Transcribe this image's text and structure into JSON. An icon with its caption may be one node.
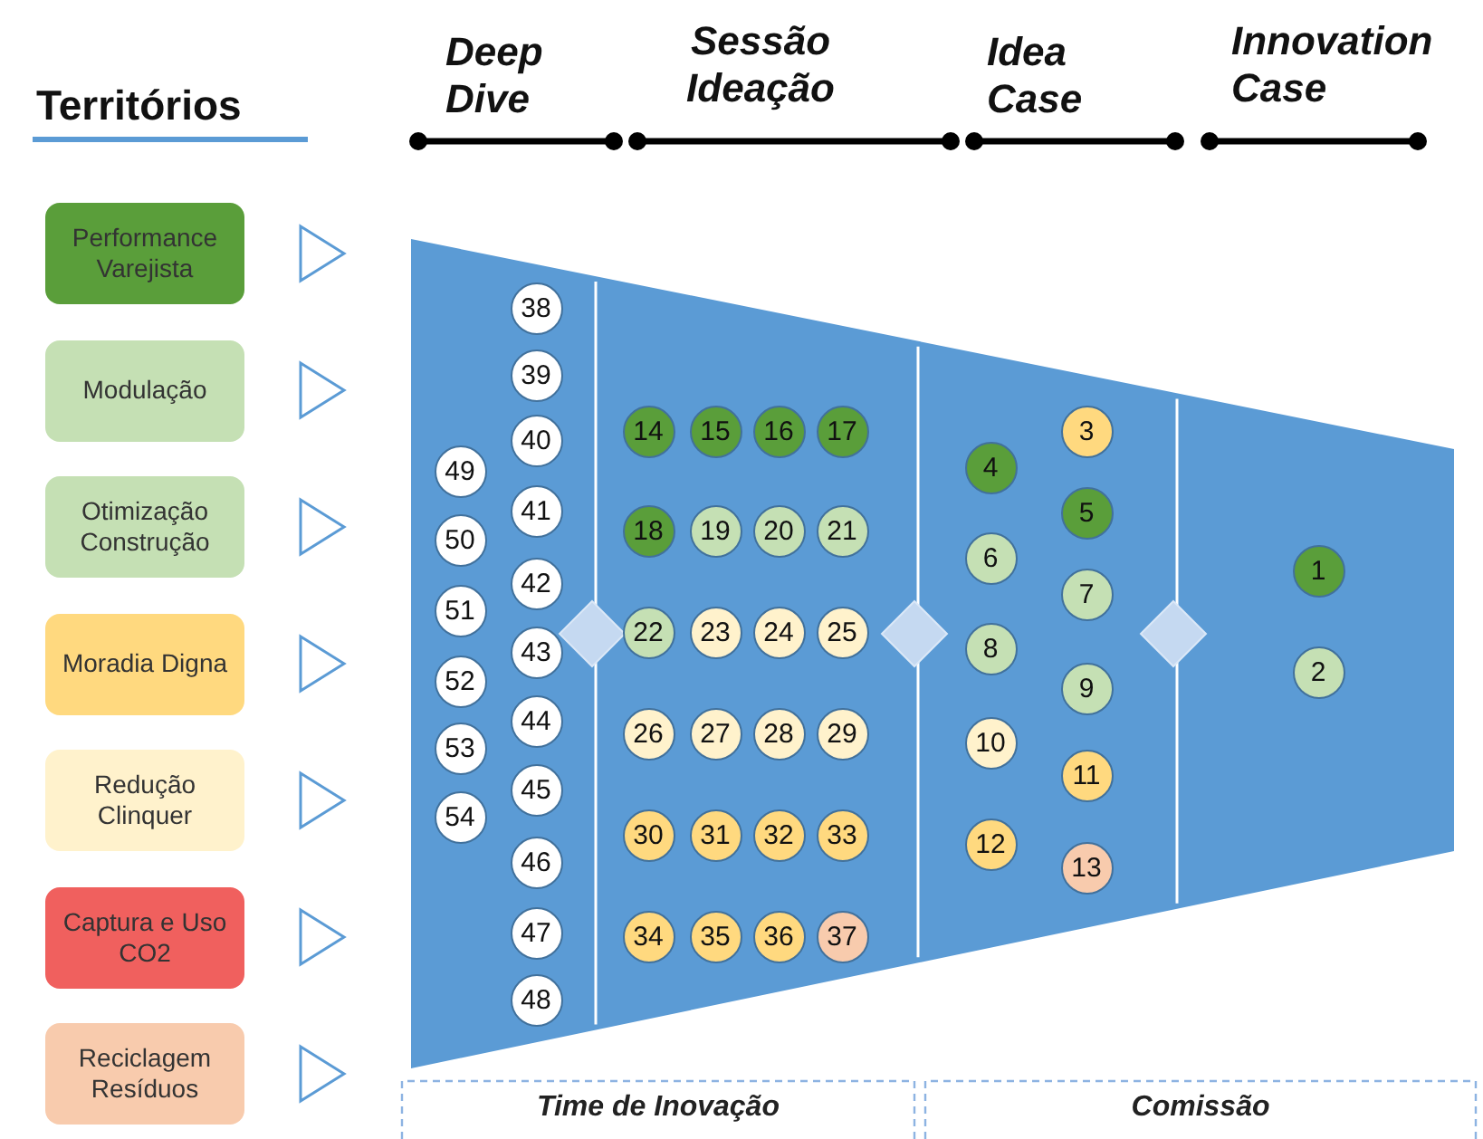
{
  "diagram": {
    "nodes": [
      {
        "text": [
          "Performance Varejista"
        ]
      },
      {
        "text": [
          "Modulação"
        ]
      },
      {
        "text": [
          "Otimização Construção"
        ]
      },
      {
        "text": [
          "Moradia Digna"
        ]
      },
      {
        "text": [
          "Redução Clinquer"
        ]
      },
      {
        "text": [
          "Captura e Uso CO2"
        ]
      },
      {
        "text": [
          "Reciclagem Resíduos"
        ]
      },
      {
        "text": [
          "1"
        ]
      },
      {
        "text": [
          "2"
        ]
      },
      {
        "text": [
          "3"
        ]
      },
      {
        "text": [
          "4"
        ]
      },
      {
        "text": [
          "5"
        ]
      },
      {
        "text": [
          "6"
        ]
      },
      {
        "text": [
          "7"
        ]
      },
      {
        "text": [
          "8"
        ]
      },
      {
        "text": [
          "9"
        ]
      },
      {
        "text": [
          "10"
        ]
      },
      {
        "text": [
          "11"
        ]
      },
      {
        "text": [
          "12"
        ]
      },
      {
        "text": [
          "13"
        ]
      },
      {
        "text": [
          "14"
        ]
      },
      {
        "text": [
          "15"
        ]
      },
      {
        "text": [
          "16"
        ]
      },
      {
        "text": [
          "17"
        ]
      },
      {
        "text": [
          "18"
        ]
      },
      {
        "text": [
          "19"
        ]
      },
      {
        "text": [
          "20"
        ]
      },
      {
        "text": [
          "21"
        ]
      },
      {
        "text": [
          "22"
        ]
      },
      {
        "text": [
          "23"
        ]
      },
      {
        "text": [
          "24"
        ]
      },
      {
        "text": [
          "25"
        ]
      },
      {
        "text": [
          "26"
        ]
      },
      {
        "text": [
          "27"
        ]
      },
      {
        "text": [
          "28"
        ]
      },
      {
        "text": [
          "29"
        ]
      },
      {
        "text": [
          "30"
        ]
      },
      {
        "text": [
          "31"
        ]
      },
      {
        "text": [
          "32"
        ]
      },
      {
        "text": [
          "33"
        ]
      },
      {
        "text": [
          "34"
        ]
      },
      {
        "text": [
          "35"
        ]
      },
      {
        "text": [
          "36"
        ]
      },
      {
        "text": [
          "37"
        ]
      },
      {
        "text": [
          "38"
        ]
      },
      {
        "text": [
          "39"
        ]
      },
      {
        "text": [
          "40"
        ]
      },
      {
        "text": [
          "41"
        ]
      },
      {
        "text": [
          "42"
        ]
      },
      {
        "text": [
          "43"
        ]
      },
      {
        "text": [
          "44"
        ]
      },
      {
        "text": [
          "45"
        ]
      },
      {
        "text": [
          "46"
        ]
      },
      {
        "text": [
          "47"
        ]
      },
      {
        "text": [
          "48"
        ]
      },
      {
        "text": [
          "49"
        ]
      },
      {
        "text": [
          "50"
        ]
      },
      {
        "text": [
          "51"
        ]
      },
      {
        "text": [
          "52"
        ]
      },
      {
        "text": [
          "53"
        ]
      },
      {
        "text": [
          "54"
        ]
      }
    ],
    "edges": [],
    "labels": [
      "Territórios",
      "Deep Dive",
      "Sessão Ideação",
      "Idea Case",
      "Innovation Case",
      "Time de Inovação",
      "Comissão"
    ]
  }
}
